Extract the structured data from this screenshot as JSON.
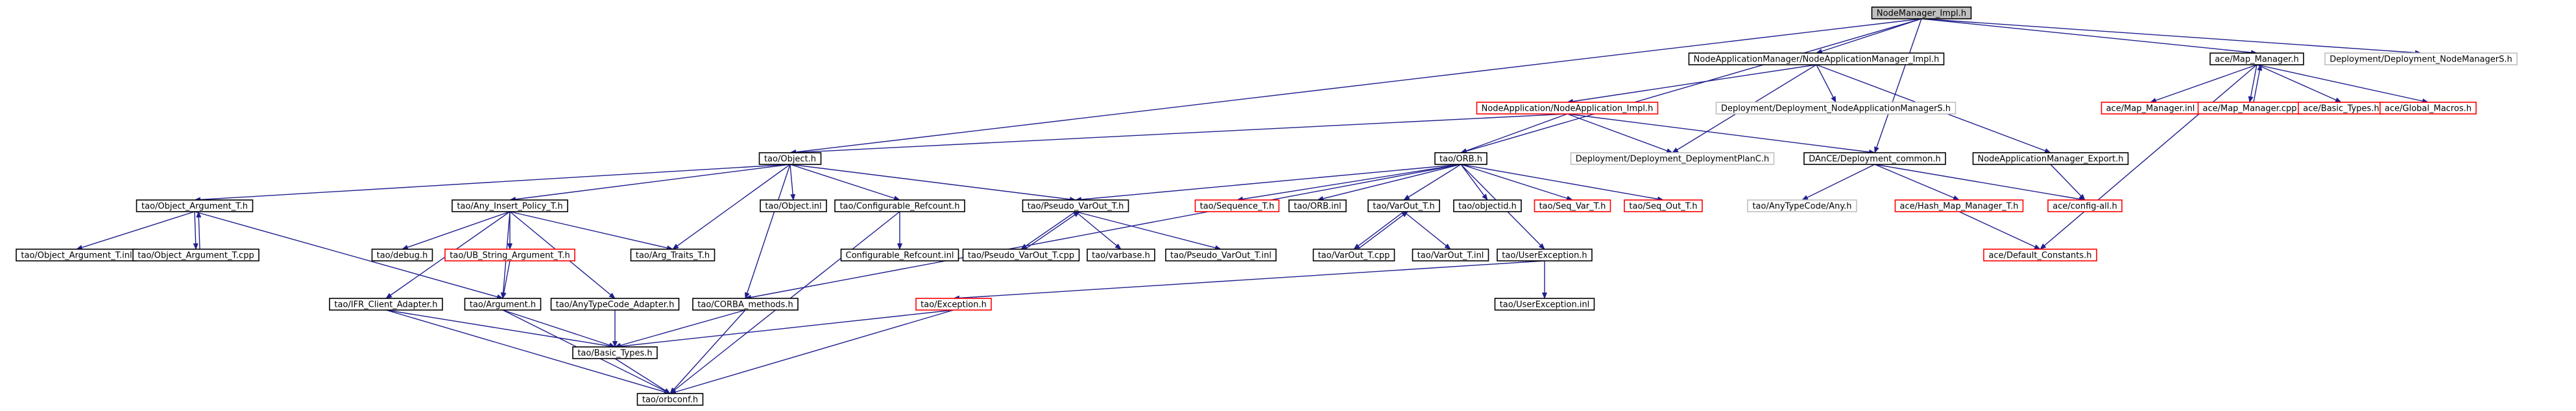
{
  "colors": {
    "edge": "#1f1f8f",
    "black": "#000000",
    "red": "#ff0000",
    "gray": "#c0c0c0",
    "root_fill": "#bfbfbf",
    "fill": "#ffffff",
    "text": "#000000"
  },
  "nodes": [
    {
      "id": "root",
      "label": "NodeManager_Impl.h",
      "border": "black",
      "root": true
    },
    {
      "id": "namImpl",
      "label": "NodeApplicationManager/NodeApplicationManager_Impl.h",
      "border": "black"
    },
    {
      "id": "mapMgr",
      "label": "ace/Map_Manager.h",
      "border": "black"
    },
    {
      "id": "depNMS",
      "label": "Deployment/Deployment_NodeManagerS.h",
      "border": "gray"
    },
    {
      "id": "naImpl",
      "label": "NodeApplication/NodeApplication_Impl.h",
      "border": "red"
    },
    {
      "id": "depNAMS",
      "label": "Deployment/Deployment_NodeApplicationManagerS.h",
      "border": "gray"
    },
    {
      "id": "mapMgrInl",
      "label": "ace/Map_Manager.inl",
      "border": "red"
    },
    {
      "id": "mapMgrCpp",
      "label": "ace/Map_Manager.cpp",
      "border": "red"
    },
    {
      "id": "basicTypesAce",
      "label": "ace/Basic_Types.h",
      "border": "red"
    },
    {
      "id": "globalMacros",
      "label": "ace/Global_Macros.h",
      "border": "red"
    },
    {
      "id": "taoObject",
      "label": "tao/Object.h",
      "border": "black"
    },
    {
      "id": "taoOrb",
      "label": "tao/ORB.h",
      "border": "black"
    },
    {
      "id": "depPlanC",
      "label": "Deployment/Deployment_DeploymentPlanC.h",
      "border": "gray"
    },
    {
      "id": "danceCommon",
      "label": "DAnCE/Deployment_common.h",
      "border": "black"
    },
    {
      "id": "namExport",
      "label": "NodeApplicationManager_Export.h",
      "border": "black"
    },
    {
      "id": "objArgT",
      "label": "tao/Object_Argument_T.h",
      "border": "black"
    },
    {
      "id": "anyInsert",
      "label": "tao/Any_Insert_Policy_T.h",
      "border": "black"
    },
    {
      "id": "objInl",
      "label": "tao/Object.inl",
      "border": "black"
    },
    {
      "id": "confRef",
      "label": "tao/Configurable_Refcount.h",
      "border": "black"
    },
    {
      "id": "pseudoVarOut",
      "label": "tao/Pseudo_VarOut_T.h",
      "border": "black"
    },
    {
      "id": "seqT",
      "label": "tao/Sequence_T.h",
      "border": "red"
    },
    {
      "id": "orbInl",
      "label": "tao/ORB.inl",
      "border": "black"
    },
    {
      "id": "varOutT",
      "label": "tao/VarOut_T.h",
      "border": "black"
    },
    {
      "id": "objectId",
      "label": "tao/objectid.h",
      "border": "black"
    },
    {
      "id": "seqVar",
      "label": "tao/Seq_Var_T.h",
      "border": "red"
    },
    {
      "id": "seqOut",
      "label": "tao/Seq_Out_T.h",
      "border": "red"
    },
    {
      "id": "anyTypeCodeAny",
      "label": "tao/AnyTypeCode/Any.h",
      "border": "gray"
    },
    {
      "id": "hashMap",
      "label": "ace/Hash_Map_Manager_T.h",
      "border": "red"
    },
    {
      "id": "configAll",
      "label": "ace/config-all.h",
      "border": "red"
    },
    {
      "id": "objArgTInl",
      "label": "tao/Object_Argument_T.inl",
      "border": "black"
    },
    {
      "id": "objArgTCpp",
      "label": "tao/Object_Argument_T.cpp",
      "border": "black"
    },
    {
      "id": "debug",
      "label": "tao/debug.h",
      "border": "black"
    },
    {
      "id": "ubString",
      "label": "tao/UB_String_Argument_T.h",
      "border": "red"
    },
    {
      "id": "argTraits",
      "label": "tao/Arg_Traits_T.h",
      "border": "black"
    },
    {
      "id": "confRefInl",
      "label": "Configurable_Refcount.inl",
      "border": "black"
    },
    {
      "id": "pseudoVarOutCpp",
      "label": "tao/Pseudo_VarOut_T.cpp",
      "border": "black"
    },
    {
      "id": "varbase",
      "label": "tao/varbase.h",
      "border": "black"
    },
    {
      "id": "pseudoVarOutInl",
      "label": "tao/Pseudo_VarOut_T.inl",
      "border": "black"
    },
    {
      "id": "varOutCpp",
      "label": "tao/VarOut_T.cpp",
      "border": "black"
    },
    {
      "id": "varOutInl",
      "label": "tao/VarOut_T.inl",
      "border": "black"
    },
    {
      "id": "userExc",
      "label": "tao/UserException.h",
      "border": "black"
    },
    {
      "id": "defConst",
      "label": "ace/Default_Constants.h",
      "border": "red"
    },
    {
      "id": "ifrClient",
      "label": "tao/IFR_Client_Adapter.h",
      "border": "black"
    },
    {
      "id": "argument",
      "label": "tao/Argument.h",
      "border": "black"
    },
    {
      "id": "anyTcAdapter",
      "label": "tao/AnyTypeCode_Adapter.h",
      "border": "black"
    },
    {
      "id": "corbaMethods",
      "label": "tao/CORBA_methods.h",
      "border": "black"
    },
    {
      "id": "exception",
      "label": "tao/Exception.h",
      "border": "red"
    },
    {
      "id": "userExcInl",
      "label": "tao/UserException.inl",
      "border": "black"
    },
    {
      "id": "basicTypesTao",
      "label": "tao/Basic_Types.h",
      "border": "black"
    },
    {
      "id": "orbconf",
      "label": "tao/orbconf.h",
      "border": "black"
    }
  ]
}
